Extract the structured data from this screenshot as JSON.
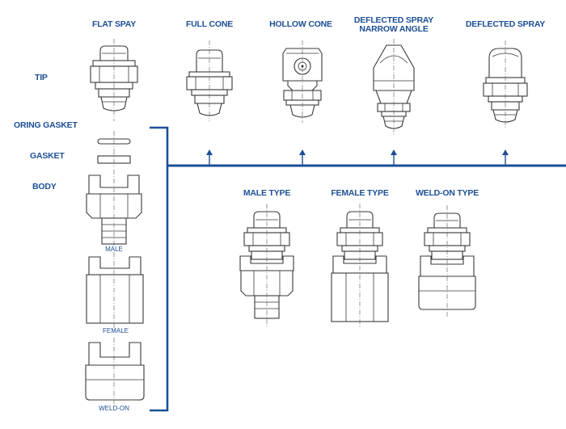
{
  "tip_headers": {
    "flat_spray": "FLAT SPAY",
    "full_cone": "FULL CONE",
    "hollow_cone": "HOLLOW CONE",
    "deflected_narrow_line1": "DEFLECTED SPRAY",
    "deflected_narrow_line2": "NARROW ANGLE",
    "deflected_spray": "DEFLECTED SPRAY"
  },
  "row_labels": {
    "tip": "TIP",
    "oring_gasket": "ORING GASKET",
    "gasket": "GASKET",
    "body": "BODY"
  },
  "body_sublabels": {
    "male": "MALE",
    "female": "FEMALE",
    "weld_on": "WELD-ON"
  },
  "assembly_types": {
    "male": "MALE TYPE",
    "female": "FEMALE TYPE",
    "weld_on": "WELD-ON TYPE"
  },
  "colors": {
    "label_blue": "#1c4f96",
    "line_blue": "#1c4f96",
    "drawing": "#3a3a3a"
  }
}
